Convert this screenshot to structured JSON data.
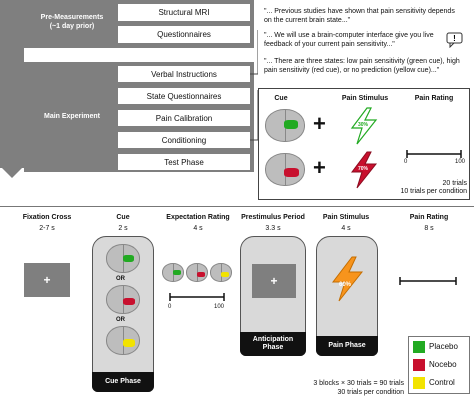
{
  "colors": {
    "sidebar": "#7f7f7f",
    "placebo": "#22aa22",
    "nocebo": "#c8102e",
    "control": "#f2e300",
    "lightning_orange": "#f7941d"
  },
  "top": {
    "pre_measurements_label": "Pre-Measurements\n(~1 day prior)",
    "pre_boxes": [
      "Structural MRI",
      "Questionnaires"
    ],
    "main_experiment_label": "Main Experiment",
    "main_boxes": [
      "Verbal Instructions",
      "State Questionnaires",
      "Pain Calibration",
      "Conditioning",
      "Test Phase"
    ],
    "instructions": [
      "\"... Previous studies have shown that pain sensitivity depends on the current brain state...\"",
      "\"... We will use a brain-computer interface give you live feedback of your current pain sensitivity...\"",
      "\"... There are three states: low pain sensitivity (green cue), high pain sensitivity (red cue), or no prediction (yellow cue)...\""
    ],
    "conditioning": {
      "cue_header": "Cue",
      "stimulus_header": "Pain Stimulus",
      "rating_header": "Pain Rating",
      "low_percent": "30%",
      "high_percent": "70%",
      "scale_min": "0",
      "scale_max": "100",
      "trials": "20 trials",
      "trials_per_condition": "10 trials per condition"
    }
  },
  "trial": {
    "columns": [
      {
        "title": "Fixation Cross",
        "duration": "2-7 s"
      },
      {
        "title": "Cue",
        "duration": "2 s"
      },
      {
        "title": "Expectation Rating",
        "duration": "4 s"
      },
      {
        "title": "Prestimulus Period",
        "duration": "3.3 s"
      },
      {
        "title": "Pain Stimulus",
        "duration": "4 s"
      },
      {
        "title": "Pain Rating",
        "duration": "8 s"
      }
    ],
    "or_label": "OR",
    "stimulus_percent": "60%",
    "expect_scale_min": "0",
    "expect_scale_max": "100",
    "phases": {
      "cue": "Cue Phase",
      "anticipation": "Anticipation\nPhase",
      "pain": "Pain Phase"
    },
    "legend": [
      "Placebo",
      "Nocebo",
      "Control"
    ],
    "summary_line1": "3 blocks × 30 trials = 90 trials",
    "summary_line2": "30 trials per condition"
  }
}
